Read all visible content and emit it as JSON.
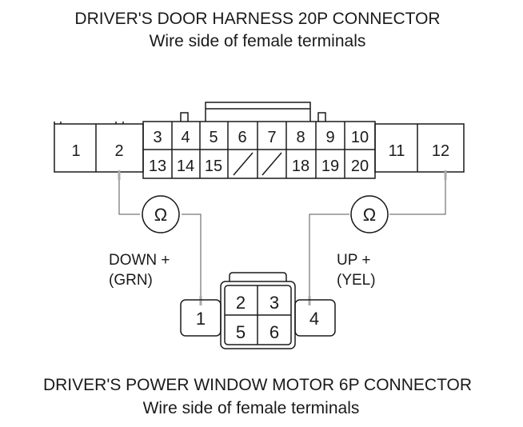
{
  "top_connector": {
    "title": "DRIVER'S DOOR HARNESS 20P CONNECTOR",
    "subtitle": "Wire side of female terminals",
    "pins": [
      "1",
      "2",
      "3",
      "4",
      "5",
      "6",
      "7",
      "8",
      "9",
      "10",
      "11",
      "12",
      "13",
      "14",
      "15",
      "18",
      "19",
      "20"
    ]
  },
  "bottom_connector": {
    "title": "DRIVER'S POWER WINDOW MOTOR 6P CONNECTOR",
    "subtitle": "Wire side of female terminals",
    "pins": [
      "1",
      "2",
      "3",
      "4",
      "5",
      "6"
    ]
  },
  "meters": [
    {
      "symbol": "Ω",
      "icon": "ohmmeter-icon"
    },
    {
      "symbol": "Ω",
      "icon": "ohmmeter-icon"
    }
  ],
  "labels": {
    "down_line1": "DOWN +",
    "down_line2": "(GRN)",
    "up_line1": "UP +",
    "up_line2": "(YEL)"
  }
}
